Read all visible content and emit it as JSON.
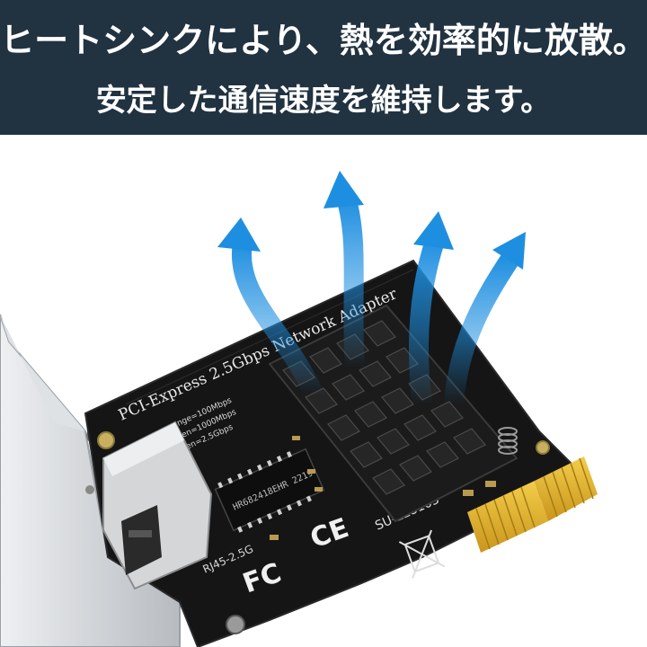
{
  "banner": {
    "line1": "ヒートシンクにより、熱を効率的に放散。",
    "line2": "安定した通信速度を維持します。"
  },
  "board": {
    "title": "PCI-Express 2.5Gbps Network Adapter",
    "speed_legend": [
      "orange=100Mbps",
      "green=1000Mbps",
      "green=2.5Gbps"
    ],
    "model": "SU-LE8105",
    "port_label": "RJ45-2.5G",
    "chip_text": "HR682418EHR 2219",
    "ce_mark": "CE",
    "fcc_mark": "FC"
  },
  "colors": {
    "banner_bg": "#213241",
    "pcb": "#151515",
    "heatsink": "#1c1c1c",
    "arrow": "#1e8fe0",
    "gold": "#e3b530",
    "bracket": "#c9ccd0"
  }
}
